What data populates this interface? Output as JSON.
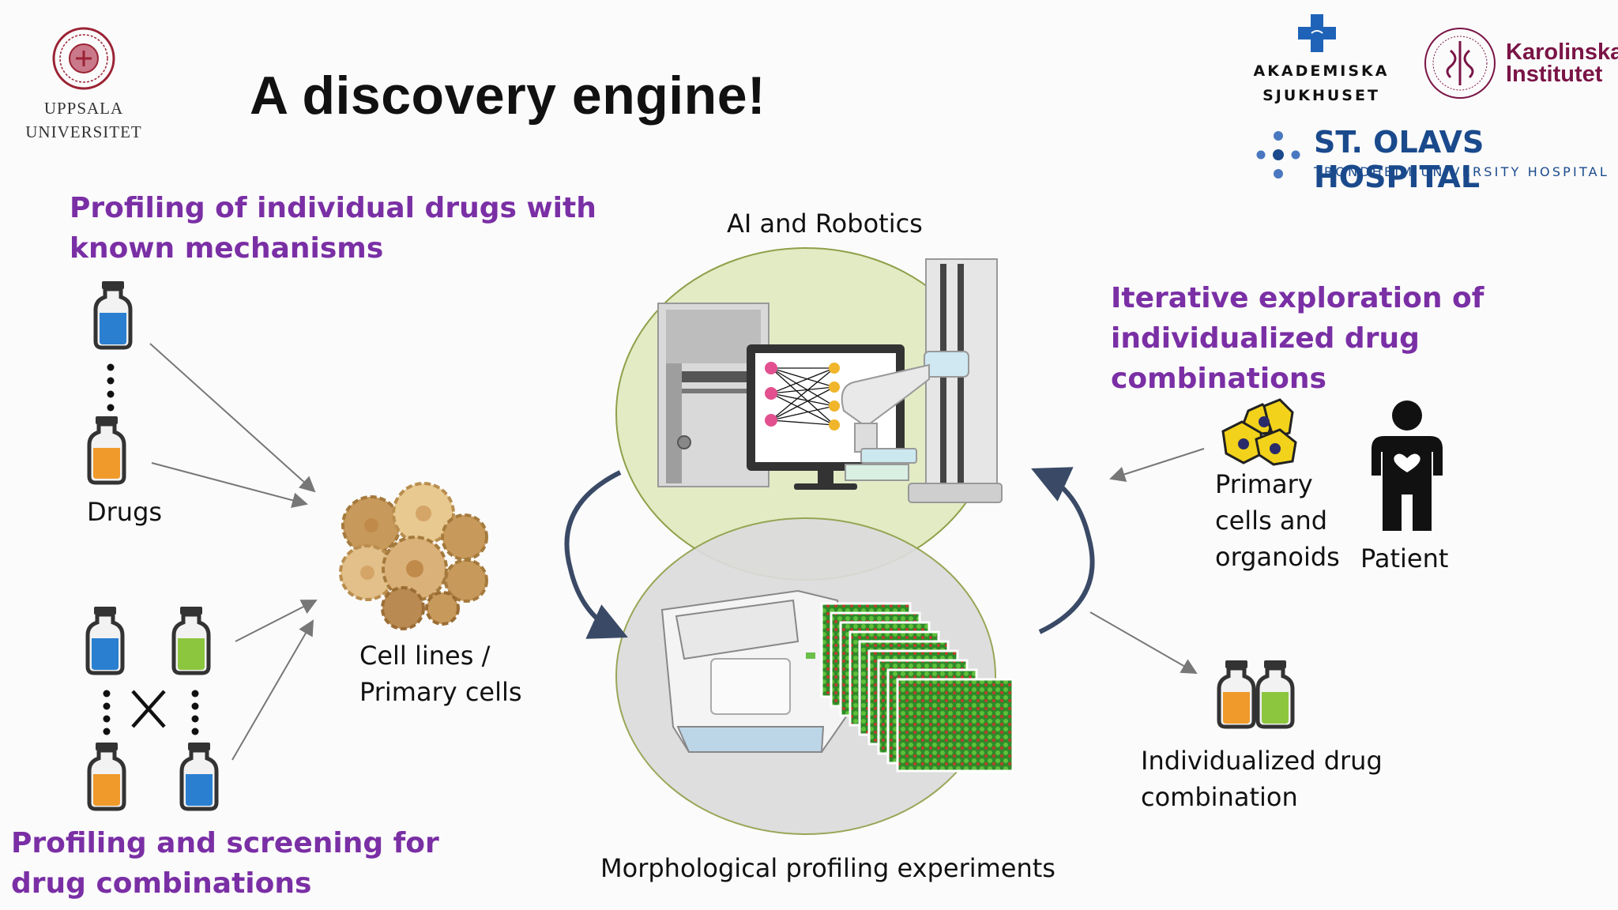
{
  "title": "A discovery engine!",
  "logos": {
    "uppsala": {
      "line1": "UPPSALA",
      "line2": "UNIVERSITET"
    },
    "akademiska": {
      "line1": "AKADEMISKA",
      "line2": "SJUKHUSET"
    },
    "karolinska": {
      "line1": "Karolinska",
      "line2": "Institutet"
    },
    "st_olavs": {
      "name": "ST. OLAVS HOSPITAL",
      "subtitle": "TRONDHEIM UNIVERSITY HOSPITAL"
    }
  },
  "left": {
    "heading_top": {
      "line1": "Profiling of individual drugs with",
      "line2": "known mechanisms"
    },
    "drugs_label": "Drugs",
    "heading_bottom": {
      "line1": "Profiling and screening for",
      "line2": "drug combinations"
    }
  },
  "cells_label": {
    "line1": "Cell lines /",
    "line2": "Primary cells"
  },
  "center": {
    "top_label": "AI and Robotics",
    "bottom_label": "Morphological profiling experiments"
  },
  "right": {
    "heading": {
      "line1": "Iterative exploration of",
      "line2": "individualized drug combinations"
    },
    "primary_label": {
      "line1": "Primary",
      "line2": "cells and",
      "line3": "organoids"
    },
    "patient_label": "Patient",
    "combo_label": {
      "line1": "Individualized drug",
      "line2": "combination"
    }
  },
  "colors": {
    "purple_heading": "#7a2fa5",
    "vial_blue": "#2a7fd0",
    "vial_orange": "#ef9a2b",
    "vial_green": "#8cc63f",
    "ellipse_top": "#e2ebc4",
    "ellipse_bottom": "#e0e0e0"
  }
}
